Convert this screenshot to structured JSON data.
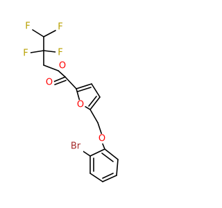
{
  "atoms": {
    "f_top_left": {
      "symbol": "F",
      "color": "#b8a000"
    },
    "f_top_right": {
      "symbol": "F",
      "color": "#b8a000"
    },
    "f_mid_left": {
      "symbol": "F",
      "color": "#b8a000"
    },
    "f_mid_right": {
      "symbol": "F",
      "color": "#b8a000"
    },
    "o_ester": {
      "symbol": "O",
      "color": "#ff0000"
    },
    "o_carbonyl": {
      "symbol": "O",
      "color": "#ff0000"
    },
    "o_furan": {
      "symbol": "O",
      "color": "#ff0000"
    },
    "o_ether": {
      "symbol": "O",
      "color": "#ff0000"
    },
    "br": {
      "symbol": "Br",
      "color": "#a52a2a"
    }
  }
}
